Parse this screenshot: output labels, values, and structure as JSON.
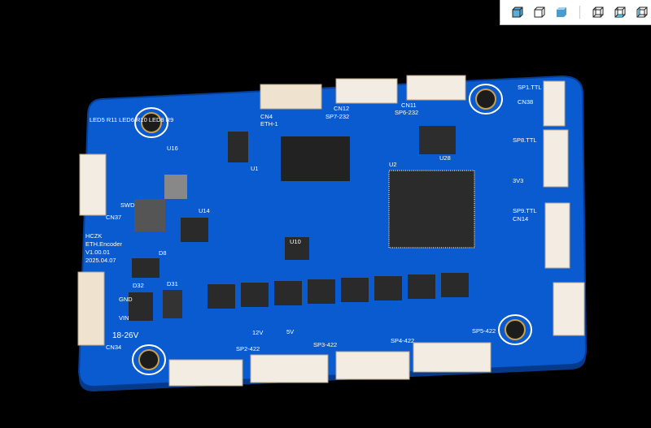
{
  "toolbar": {
    "buttons": [
      {
        "name": "shaded-view-icon"
      },
      {
        "name": "wireframe-view-icon"
      },
      {
        "name": "shaded-no-edges-view-icon"
      },
      {
        "name": "hidden-lines-view-icon"
      },
      {
        "name": "front-face-view-icon"
      },
      {
        "name": "side-face-view-icon"
      }
    ]
  },
  "colors": {
    "board": "#0a5ad0",
    "background": "#000000",
    "connector": "#f2ece2",
    "chip": "#2a2a2a",
    "pad": "#d6a44a"
  },
  "board": {
    "brand": "HCZK",
    "product": "ETH.Encoder",
    "version": "V1.00.01",
    "date": "2025.04.07",
    "gnd": "GND",
    "vin": "VIN",
    "voltage": "18-26V",
    "swd": "SWD",
    "labels": {
      "cn4": "CN4",
      "eth1": "ETH-1",
      "cn12": "CN12",
      "sp7": "SP7-232",
      "cn11": "CN11",
      "sp6": "SP6-232",
      "sp1": "SP1.TTL",
      "cn38": "CN38",
      "sp8": "SP8.TTL",
      "sp9": "SP9.TTL",
      "cn14": "CN14",
      "sp2": "SP2-422",
      "sp3": "SP3-422",
      "sp4": "SP4-422",
      "sp5": "SP5-422",
      "cn37": "CN37",
      "cn34": "CN34",
      "u1": "U1",
      "u2": "U2",
      "u10": "U10",
      "u14": "U14",
      "u16": "U16",
      "u28": "U28",
      "d8": "D8",
      "d31": "D31",
      "d32": "D32",
      "v12a": "12V",
      "v5a": "5V",
      "v33": "3V3",
      "led": "LED5 R11 LED6 R10 LED8 R9"
    }
  }
}
